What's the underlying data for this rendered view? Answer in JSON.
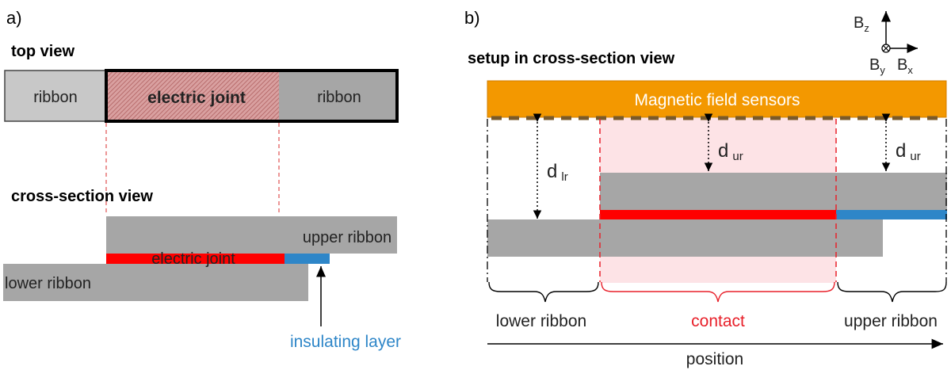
{
  "panel_a": {
    "label": "a)",
    "top_view": {
      "heading": "top view",
      "left_ribbon": "ribbon",
      "joint": "electric joint",
      "right_ribbon": "ribbon"
    },
    "cross_section": {
      "heading": "cross-section view",
      "upper_ribbon": "upper ribbon",
      "electric_joint": "electric joint",
      "lower_ribbon": "lower ribbon",
      "insulating_layer": "insulating layer"
    }
  },
  "panel_b": {
    "label": "b)",
    "heading": "setup in cross-section view",
    "sensors": "Magnetic field sensors",
    "axes": {
      "bz_main": "B",
      "bz_sub": "z",
      "by_main": "B",
      "by_sub": "y",
      "bx_main": "B",
      "bx_sub": "x"
    },
    "distances": {
      "d_lr_main": "d",
      "d_lr_sub": "lr",
      "d_ur1_main": "d",
      "d_ur1_sub": "ur",
      "d_ur2_main": "d",
      "d_ur2_sub": "ur"
    },
    "regions": {
      "lower": "lower ribbon",
      "contact": "contact",
      "upper": "upper ribbon"
    },
    "position_label": "position"
  },
  "colors": {
    "ribbon_gray": "#a6a6a6",
    "light_gray": "#c8c8c8",
    "joint_red": "#ff0000",
    "insulating_blue": "#2e86c8",
    "sensor_orange": "#f39800",
    "contact_pink": "#fde3e6"
  }
}
